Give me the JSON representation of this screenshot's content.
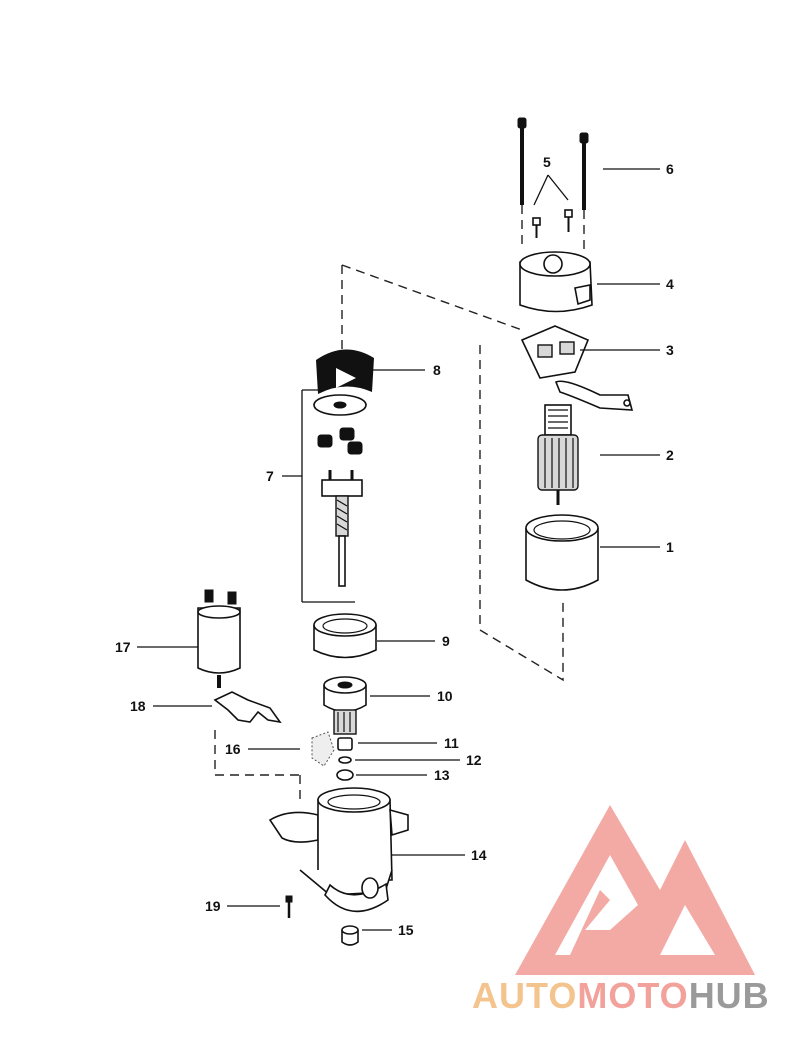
{
  "callouts": [
    {
      "id": "1",
      "label": "1"
    },
    {
      "id": "2",
      "label": "2"
    },
    {
      "id": "3",
      "label": "3"
    },
    {
      "id": "4",
      "label": "4"
    },
    {
      "id": "5",
      "label": "5"
    },
    {
      "id": "6",
      "label": "6"
    },
    {
      "id": "7",
      "label": "7"
    },
    {
      "id": "8",
      "label": "8"
    },
    {
      "id": "9",
      "label": "9"
    },
    {
      "id": "10",
      "label": "10"
    },
    {
      "id": "11",
      "label": "11"
    },
    {
      "id": "12",
      "label": "12"
    },
    {
      "id": "13",
      "label": "13"
    },
    {
      "id": "14",
      "label": "14"
    },
    {
      "id": "15",
      "label": "15"
    },
    {
      "id": "16",
      "label": "16"
    },
    {
      "id": "17",
      "label": "17"
    },
    {
      "id": "18",
      "label": "18"
    },
    {
      "id": "19",
      "label": "19"
    }
  ],
  "watermark": {
    "part1": "AUTO",
    "part2": "MOTO",
    "part3": "HUB",
    "colors": {
      "auto": "#f3c48e",
      "moto": "#f2a19b",
      "hub": "#9a9a9a",
      "logo": "#f2a19b"
    }
  }
}
